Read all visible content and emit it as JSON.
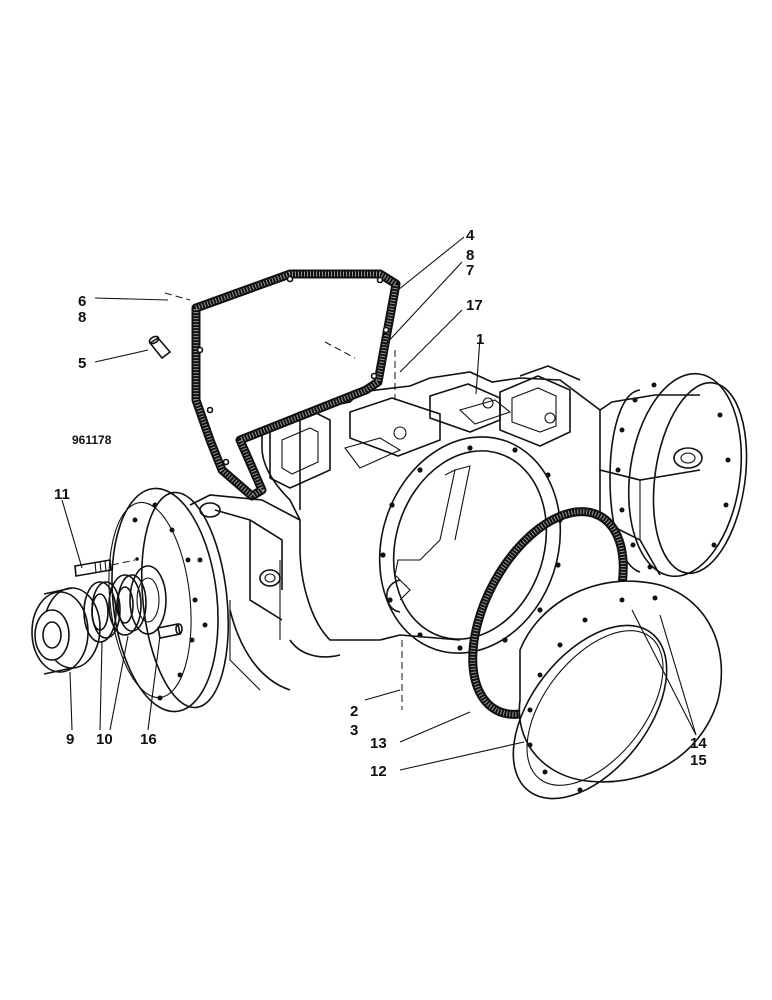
{
  "drawing_ref": "961178",
  "callouts": {
    "c1": "1",
    "c2": "2",
    "c3": "3",
    "c4": "4",
    "c5": "5",
    "c6": "6",
    "c7": "7",
    "c8a": "8",
    "c8b": "8",
    "c9": "9",
    "c10": "10",
    "c11": "11",
    "c12": "12",
    "c13": "13",
    "c14": "14",
    "c15": "15",
    "c16": "16",
    "c17": "17"
  }
}
